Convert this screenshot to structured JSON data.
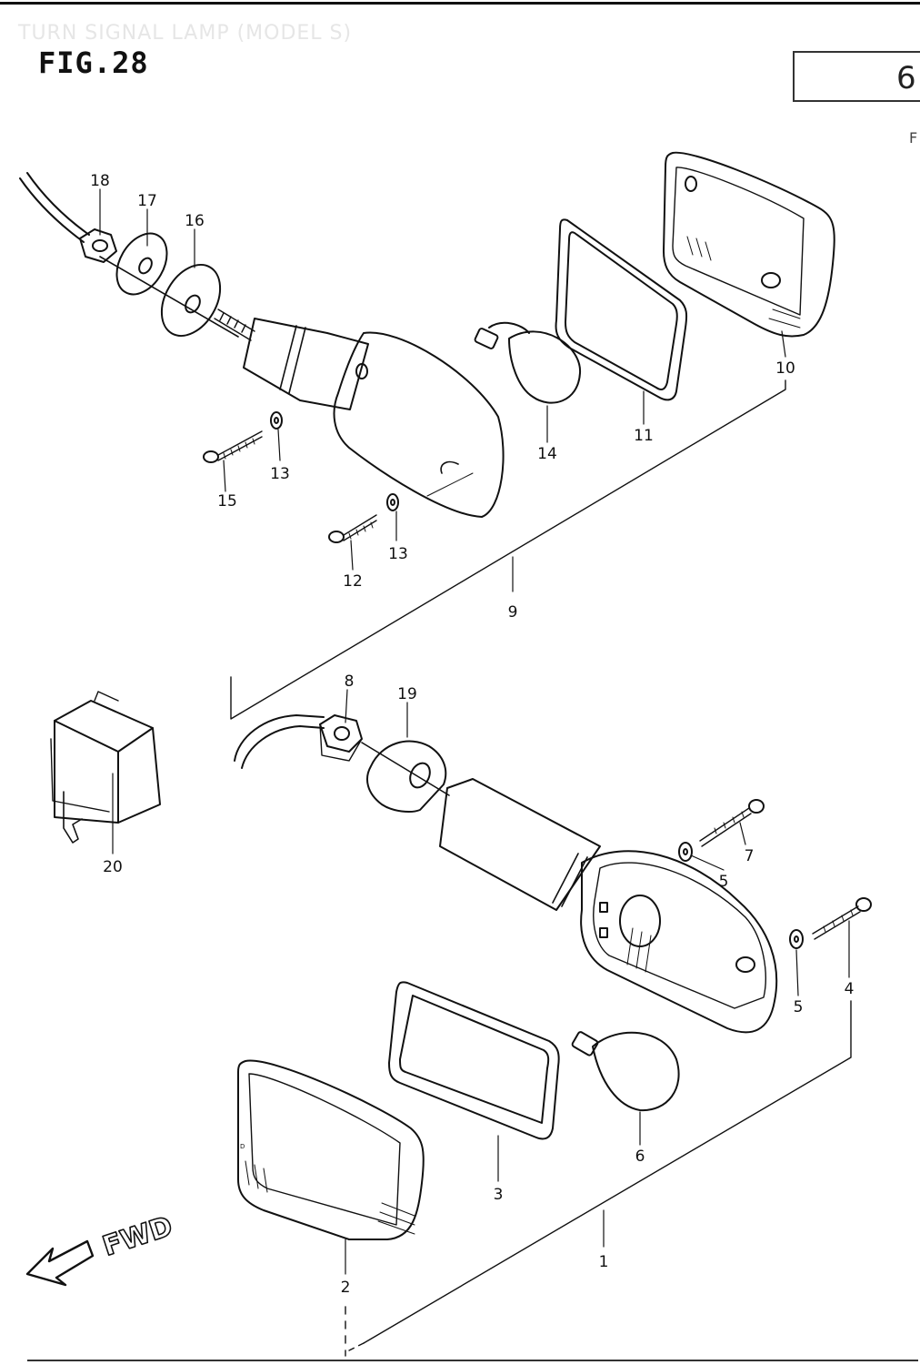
{
  "header": {
    "faint_title": "TURN SIGNAL LAMP (MODEL S)",
    "figure_title": "FIG.28"
  },
  "ref_box": {
    "line1": "",
    "line2": "",
    "symbol": "6"
  },
  "fwd_label": "FWD",
  "callouts": [
    {
      "id": "1",
      "label": "1"
    },
    {
      "id": "2",
      "label": "2"
    },
    {
      "id": "3",
      "label": "3"
    },
    {
      "id": "4",
      "label": "4"
    },
    {
      "id": "5a",
      "label": "5"
    },
    {
      "id": "5b",
      "label": "5"
    },
    {
      "id": "6",
      "label": "6"
    },
    {
      "id": "7",
      "label": "7"
    },
    {
      "id": "8",
      "label": "8"
    },
    {
      "id": "9",
      "label": "9"
    },
    {
      "id": "10",
      "label": "10"
    },
    {
      "id": "11",
      "label": "11"
    },
    {
      "id": "12",
      "label": "12"
    },
    {
      "id": "13a",
      "label": "13"
    },
    {
      "id": "13b",
      "label": "13"
    },
    {
      "id": "14",
      "label": "14"
    },
    {
      "id": "15",
      "label": "15"
    },
    {
      "id": "16",
      "label": "16"
    },
    {
      "id": "17",
      "label": "17"
    },
    {
      "id": "18",
      "label": "18"
    },
    {
      "id": "19",
      "label": "19"
    },
    {
      "id": "20",
      "label": "20"
    }
  ]
}
